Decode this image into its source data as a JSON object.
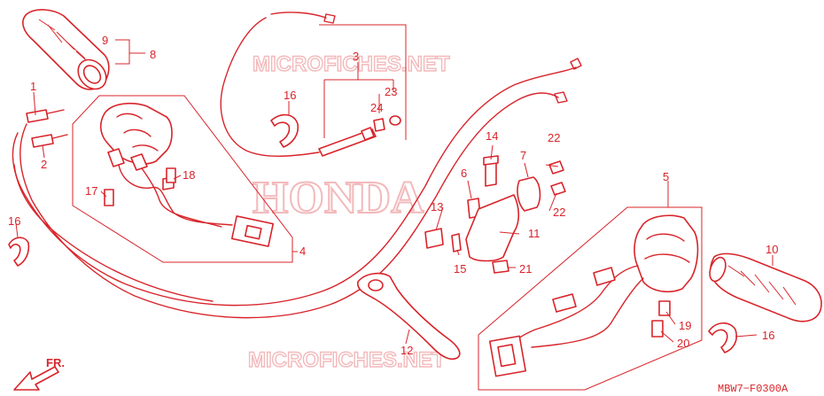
{
  "watermarks": {
    "top": "MICROFICHES.NET",
    "center": "HONDA",
    "bottom": "MICROFICHES.NET"
  },
  "diagram_code": "MBW7−F0300A",
  "direction_label": "FR.",
  "callouts": {
    "c1": "1",
    "c2": "2",
    "c3": "3",
    "c4": "4",
    "c5": "5",
    "c6": "6",
    "c7": "7",
    "c8": "8",
    "c9": "9",
    "c10": "10",
    "c11": "11",
    "c12": "12",
    "c13": "13",
    "c14": "14",
    "c15": "15",
    "c16a": "16",
    "c16b": "16",
    "c16c": "16",
    "c17": "17",
    "c18": "18",
    "c19": "19",
    "c20": "20",
    "c21": "21",
    "c22a": "22",
    "c22b": "22",
    "c23": "23",
    "c24": "24"
  },
  "colors": {
    "line": "#d8242a",
    "watermark": "#f3b9bb",
    "background": "#ffffff"
  }
}
